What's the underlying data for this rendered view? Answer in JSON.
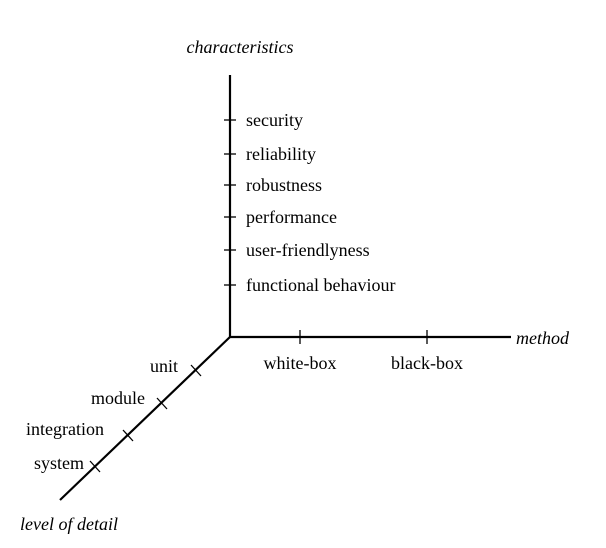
{
  "axes": {
    "vertical_label": "characteristics",
    "horizontal_label": "method",
    "diagonal_label": "level of detail"
  },
  "characteristics": [
    "security",
    "reliability",
    "robustness",
    "performance",
    "user-friendlyness",
    "functional behaviour"
  ],
  "methods": [
    "white-box",
    "black-box"
  ],
  "levels": [
    "unit",
    "module",
    "integration",
    "system"
  ]
}
